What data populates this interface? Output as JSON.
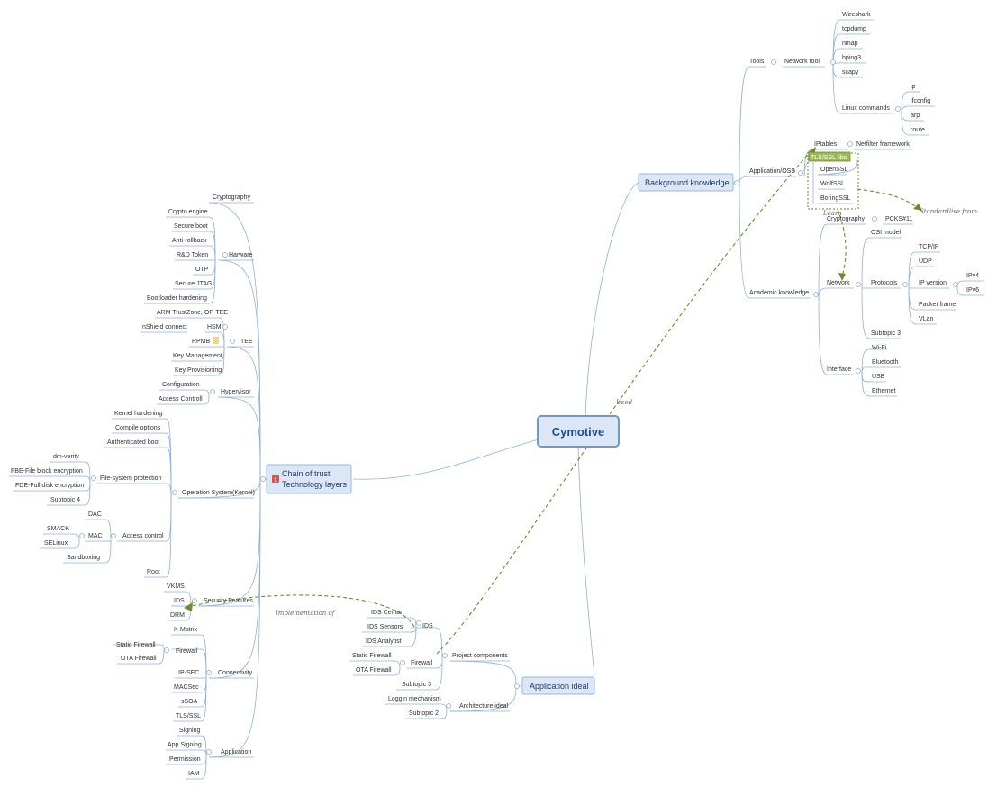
{
  "mindmap": {
    "root": "Cymotive",
    "branches": {
      "background": "Background knowledge",
      "chain": [
        "Chain of trust",
        "Technology layers"
      ],
      "chain_badge": "1",
      "application": "Application ideal"
    },
    "tools": {
      "label": "Tools",
      "network_tool": "Network tool",
      "network_items": [
        "Wireshark",
        "tcpdump",
        "nmap",
        "hping3",
        "scapy"
      ],
      "linux_commands": "Linux commands",
      "linux_items": [
        "ip",
        "ifconfig",
        "arp",
        "route"
      ]
    },
    "application_oss": {
      "label": "Application/OSS",
      "iptables": "IPtables",
      "netfilter": "Netfilter framework",
      "tls_ssl": "TLS/SSL libs",
      "tls_items": [
        "OpenSSL",
        "WolfSSl",
        "BoringSSL"
      ]
    },
    "academic": {
      "label": "Academic knowledge",
      "cryptography": "Cryptography",
      "pkcs": "PCKS#11",
      "network": "Network",
      "osi": "OSI model",
      "protocols": "Protocols",
      "tcpip": "TCP/IP",
      "udp": "UDP",
      "ip_version": "IP version",
      "ipv4": "IPv4",
      "ipv6": "IPv6",
      "packet_frame": "Packet frame",
      "vlan": "VLan",
      "subtopic3": "Subtopic 3",
      "interface": "Interface",
      "interface_items": [
        "Wi-Fi",
        "Bluetooth",
        "USB",
        "Ethernet"
      ]
    },
    "chain_items": {
      "cryptography": "Cryptography",
      "hardware": "Harware",
      "hardware_items": [
        "Crypto engine",
        "Secure boot",
        "Anti-rollback",
        "R&D Token",
        "OTP",
        "Secure JTAG",
        "Bootloader hardening"
      ],
      "tee": "TEE",
      "arm": "ARM TrustZone, OP-TEE",
      "hsm": "HSM",
      "nshield": "nShield connect",
      "rpmb": "RPMB",
      "key_management": "Key Management",
      "key_provisioning": "Key Provisioning",
      "hypervisor": "Hypervisor",
      "configuration": "Configuration",
      "access_controll": "Access Controll",
      "os": "Operation System(Kernel)",
      "kernel_hardening": "Kernel hardening",
      "compile_options": "Compile options",
      "authenticated_boot": "Authenticated boot",
      "fs_protection": "File-system protection",
      "fs_items": [
        "dm-verity",
        "FBE-File block encryption",
        "FDE-Full disk encryption",
        "Subtopic 4"
      ],
      "access_control": "Access control",
      "dac": "DAC",
      "mac": "MAC",
      "smack": "SMACK",
      "selinux": "SELinux",
      "sandboxing": "Sandboxing",
      "root": "Root",
      "security_features": "Security Features",
      "vkms": "VKMS",
      "ids": "IDS",
      "drm": "DRM",
      "connectivity": "Connectivity",
      "k_matrix": "K-Matrix",
      "firewall": "Firewall",
      "static_firewall": "Static Firewall",
      "ota_firewall": "OTA Firewall",
      "ip_sec": "IP-SEC",
      "macsec": "MACSec",
      "ssoa": "sSOA",
      "tls_ssl": "TLS/SSL",
      "application": "Application",
      "app_items": [
        "Signing",
        "App Signing",
        "Permission",
        "IAM"
      ]
    },
    "project": {
      "components": "Project components",
      "ids": "IDS",
      "ids_items": [
        "IDS Center",
        "IDS Sensors",
        "IDS Analytist"
      ],
      "firewall": "Firewall",
      "static_firewall": "Static Firewall",
      "ota_firewall": "OTA Firewall",
      "subtopic3": "Subtopic 3",
      "architecture": "Architecture ideal",
      "loggin": "Loggin mechanism",
      "subtopic2": "Subtopic 2"
    },
    "relationships": {
      "used": "Used",
      "learn": "Learn",
      "standardlise": "Standardlise from",
      "implementation": "Implementation of"
    }
  }
}
